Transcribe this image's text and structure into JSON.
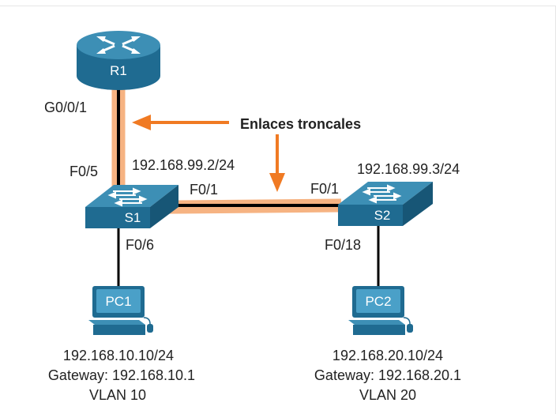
{
  "callout": {
    "label": "Enlaces troncales"
  },
  "colors": {
    "trunk_highlight": "#f6b382",
    "arrow": "#f07a23",
    "link": "#000000",
    "device_top": "#3d8fb5",
    "device_side": "#1f6b91",
    "pc_screen": "#4aa0c8"
  },
  "router": {
    "name": "R1",
    "interface": "G0/0/1",
    "icon": "router-icon"
  },
  "switches": [
    {
      "name": "S1",
      "ip": "192.168.99.2/24",
      "port_router": "F0/5",
      "port_trunk": "F0/1",
      "port_pc": "F0/6",
      "icon": "switch-icon"
    },
    {
      "name": "S2",
      "ip": "192.168.99.3/24",
      "port_trunk": "F0/1",
      "port_pc": "F0/18",
      "icon": "switch-icon"
    }
  ],
  "pcs": [
    {
      "name": "PC1",
      "ip": "192.168.10.10/24",
      "gateway": "Gateway: 192.168.10.1",
      "vlan": "VLAN 10",
      "icon": "pc-icon"
    },
    {
      "name": "PC2",
      "ip": "192.168.20.10/24",
      "gateway": "Gateway: 192.168.20.1",
      "vlan": "VLAN 20",
      "icon": "pc-icon"
    }
  ]
}
